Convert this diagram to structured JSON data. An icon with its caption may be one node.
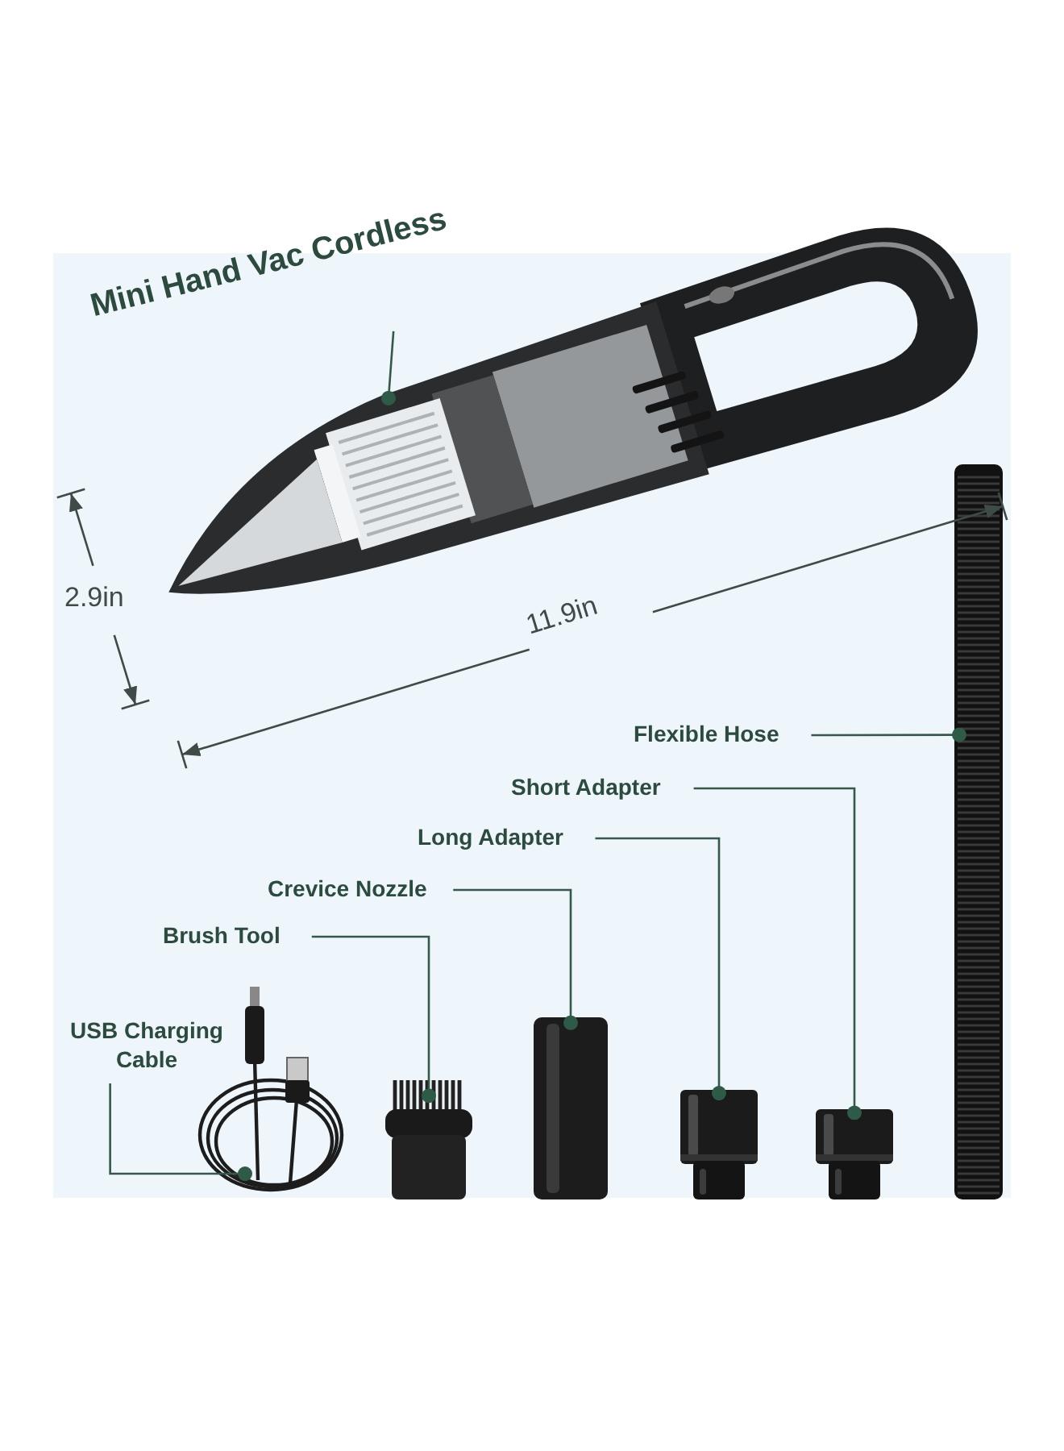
{
  "diagram": {
    "nodes": [
      {
        "text": [
          "Mini Hand Vac Cordless"
        ]
      },
      {
        "text": [],
        "shape": "picture"
      },
      {
        "text": [
          "Flexible Hose"
        ]
      },
      {
        "text": [],
        "shape": "picture"
      },
      {
        "text": [
          "Short Adapter"
        ]
      },
      {
        "text": [],
        "shape": "picture"
      },
      {
        "text": [
          "Long Adapter"
        ]
      },
      {
        "text": [],
        "shape": "picture"
      },
      {
        "text": [
          "Crevice Nozzle"
        ]
      },
      {
        "text": [],
        "shape": "picture"
      },
      {
        "text": [
          "Brush Tool"
        ]
      },
      {
        "text": [],
        "shape": "picture"
      },
      {
        "text": [
          "USB Charging Cable"
        ]
      },
      {
        "text": [],
        "shape": "picture"
      }
    ],
    "edges": [
      {
        "from": 0,
        "to": 1,
        "arrow": "other"
      },
      {
        "from": 2,
        "to": 3,
        "arrow": "other"
      },
      {
        "from": 4,
        "to": 5,
        "arrow": "other"
      },
      {
        "from": 6,
        "to": 7,
        "arrow": "other"
      },
      {
        "from": 8,
        "to": 9,
        "arrow": "other"
      },
      {
        "from": 10,
        "to": 11,
        "arrow": "other"
      },
      {
        "from": 12,
        "to": 13,
        "arrow": "other"
      }
    ],
    "labels": [
      "2.9in",
      "11.9in"
    ]
  }
}
